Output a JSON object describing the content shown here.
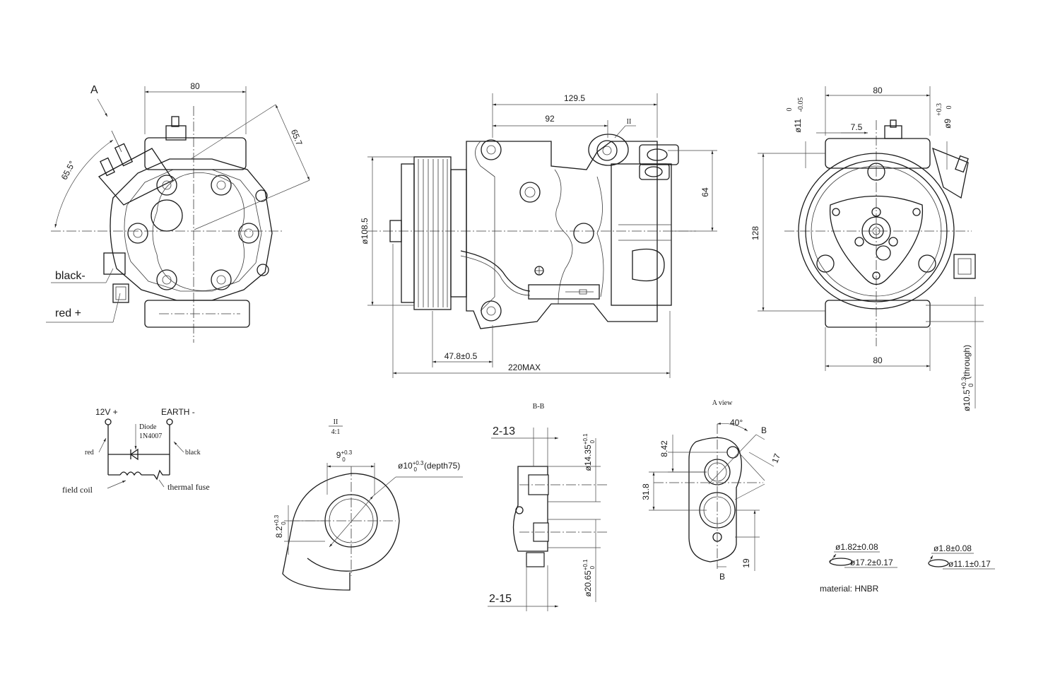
{
  "front_view": {
    "view_marker": "A",
    "dim_width": "80",
    "dim_angle": "65.5°",
    "dim_radius": "65.7",
    "label_black": "black-",
    "label_red": "red +"
  },
  "side_view": {
    "dim_top_overall": "129.5",
    "dim_top_mid": "92",
    "detail_marker": "II",
    "dim_pulley_dia": "ø108.5",
    "dim_height_right": "64",
    "dim_pulley_offset": "47.8±0.5",
    "dim_overall_length": "220MAX"
  },
  "rear_view": {
    "dim_top": "80",
    "dim_hole_11": "ø11",
    "dim_hole_11_tol_upper": "0",
    "dim_hole_11_tol_lower": "-0.05",
    "dim_small": "7.5",
    "dim_hole_9": "ø9",
    "dim_hole_9_tol_upper": "+0.3",
    "dim_hole_9_tol_lower": "0",
    "dim_height": "128",
    "dim_bottom": "80",
    "dim_through_hole": "ø10.5",
    "dim_through_hole_tol_upper": "+0.3",
    "dim_through_hole_tol_lower": "0",
    "dim_through_hole_note": "(through)"
  },
  "circuit": {
    "terminal_pos": "12V +",
    "terminal_neg": "EARTH -",
    "diode_label": "Diode",
    "diode_part": "1N4007",
    "wire_red": "red",
    "wire_black": "black",
    "field_coil": "field coil",
    "thermal_fuse": "thermal fuse"
  },
  "detail_ii": {
    "title": "II",
    "scale": "4:1",
    "dim_width": "9",
    "dim_width_tol_upper": "+0.3",
    "dim_width_tol_lower": "0",
    "dim_hole": "ø10",
    "dim_hole_tol_upper": "+0.3",
    "dim_hole_tol_lower": "0",
    "dim_hole_note": "(depth75)",
    "dim_offset": "8.2",
    "dim_offset_tol_upper": "+0.3",
    "dim_offset_tol_lower": "0"
  },
  "section_bb": {
    "title": "B-B",
    "dim_thread_top": "2-13",
    "dim_dia_top": "ø14.35",
    "dim_dia_top_tol_upper": "+0.1",
    "dim_dia_top_tol_lower": "0",
    "dim_dia_bottom": "ø20.65",
    "dim_dia_bottom_tol_upper": "+0.1",
    "dim_dia_bottom_tol_lower": "0",
    "dim_thread_bottom": "2-15"
  },
  "a_view": {
    "title": "A view",
    "dim_angle": "40°",
    "section_marker_top": "B",
    "section_marker_bottom": "B",
    "dim_17": "17",
    "dim_842": "8.42",
    "dim_318": "31.8",
    "dim_19": "19"
  },
  "orings": {
    "ring1_cross": "ø1.82±0.08",
    "ring1_inner": "ø17.2±0.17",
    "ring2_cross": "ø1.8±0.08",
    "ring2_inner": "ø11.1±0.17",
    "material": "material: HNBR"
  }
}
